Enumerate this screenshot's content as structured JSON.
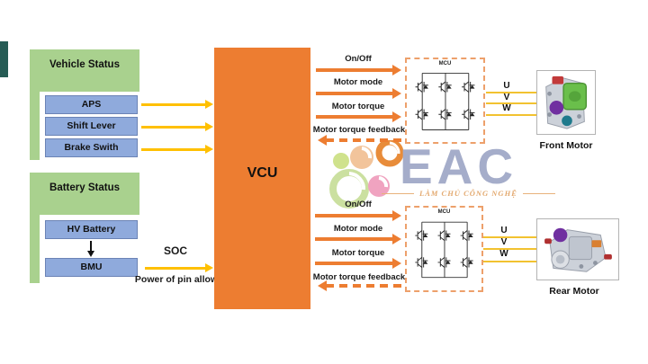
{
  "vehicle_status": {
    "title": "Vehicle Status",
    "items": [
      "APS",
      "Shift Lever",
      "Brake Swith"
    ]
  },
  "battery_status": {
    "title": "Battery Status",
    "items": [
      "HV Battery",
      "BMU"
    ],
    "soc": "SOC",
    "power": "Power of pin allow"
  },
  "vcu": {
    "label": "VCU"
  },
  "front": {
    "signals": [
      "On/Off",
      "Motor mode",
      "Motor torque",
      "Motor torque feedback"
    ],
    "mcu": "MCU",
    "phases": [
      "U",
      "V",
      "W"
    ],
    "motor": "Front Motor"
  },
  "rear": {
    "signals": [
      "On/Off",
      "Motor mode",
      "Motor torque",
      "Motor torque feedback"
    ],
    "mcu": "MCU",
    "phases": [
      "U",
      "V",
      "W"
    ],
    "motor": "Rear Motor"
  },
  "watermark": {
    "logo_text": "EAC",
    "tagline": "LÀM CHỦ CÔNG NGHỆ"
  },
  "colors": {
    "group_green": "#a9d18e",
    "item_blue": "#8faadc",
    "vcu_orange": "#ed7d31",
    "status_arrow_yellow": "#ffc000",
    "signal_arrow_orange": "#ed7d31",
    "mcu_border_orange": "#eda06b",
    "phase_line_yellow": "#f2c230",
    "watermark_blue": "#a5adca",
    "watermark_tan": "#e3a96f",
    "teal_accent": "#265c55"
  }
}
